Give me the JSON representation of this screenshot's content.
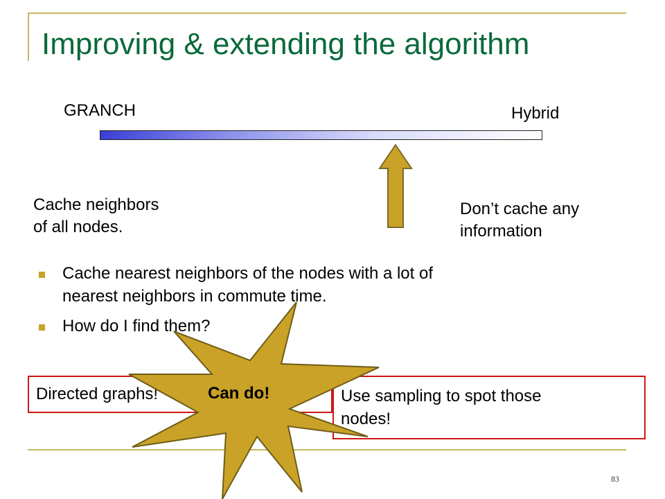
{
  "slide": {
    "title": "Improving & extending the algorithm",
    "page_number": "83"
  },
  "spectrum": {
    "left_label": "GRANCH",
    "right_label": "Hybrid",
    "left_desc": [
      "Cache neighbors",
      "of all nodes."
    ],
    "right_desc": [
      "Don’t cache any",
      "information"
    ]
  },
  "bullets": [
    [
      "Cache nearest neighbors of the nodes with a lot of",
      "nearest neighbors in commute time."
    ],
    [
      "How do I find them?"
    ]
  ],
  "boxes": {
    "left": "Directed graphs!",
    "right": [
      "Use sampling to spot those",
      "nodes!"
    ]
  },
  "callout": {
    "text": "Can do!"
  },
  "colors": {
    "title": "#0a6a3a",
    "accent_gold": "#c9a227",
    "frame": "#c9b860",
    "box_border": "#d01515",
    "arrow_fill": "#c9a227",
    "gradient_start": "#3a3fd6"
  }
}
